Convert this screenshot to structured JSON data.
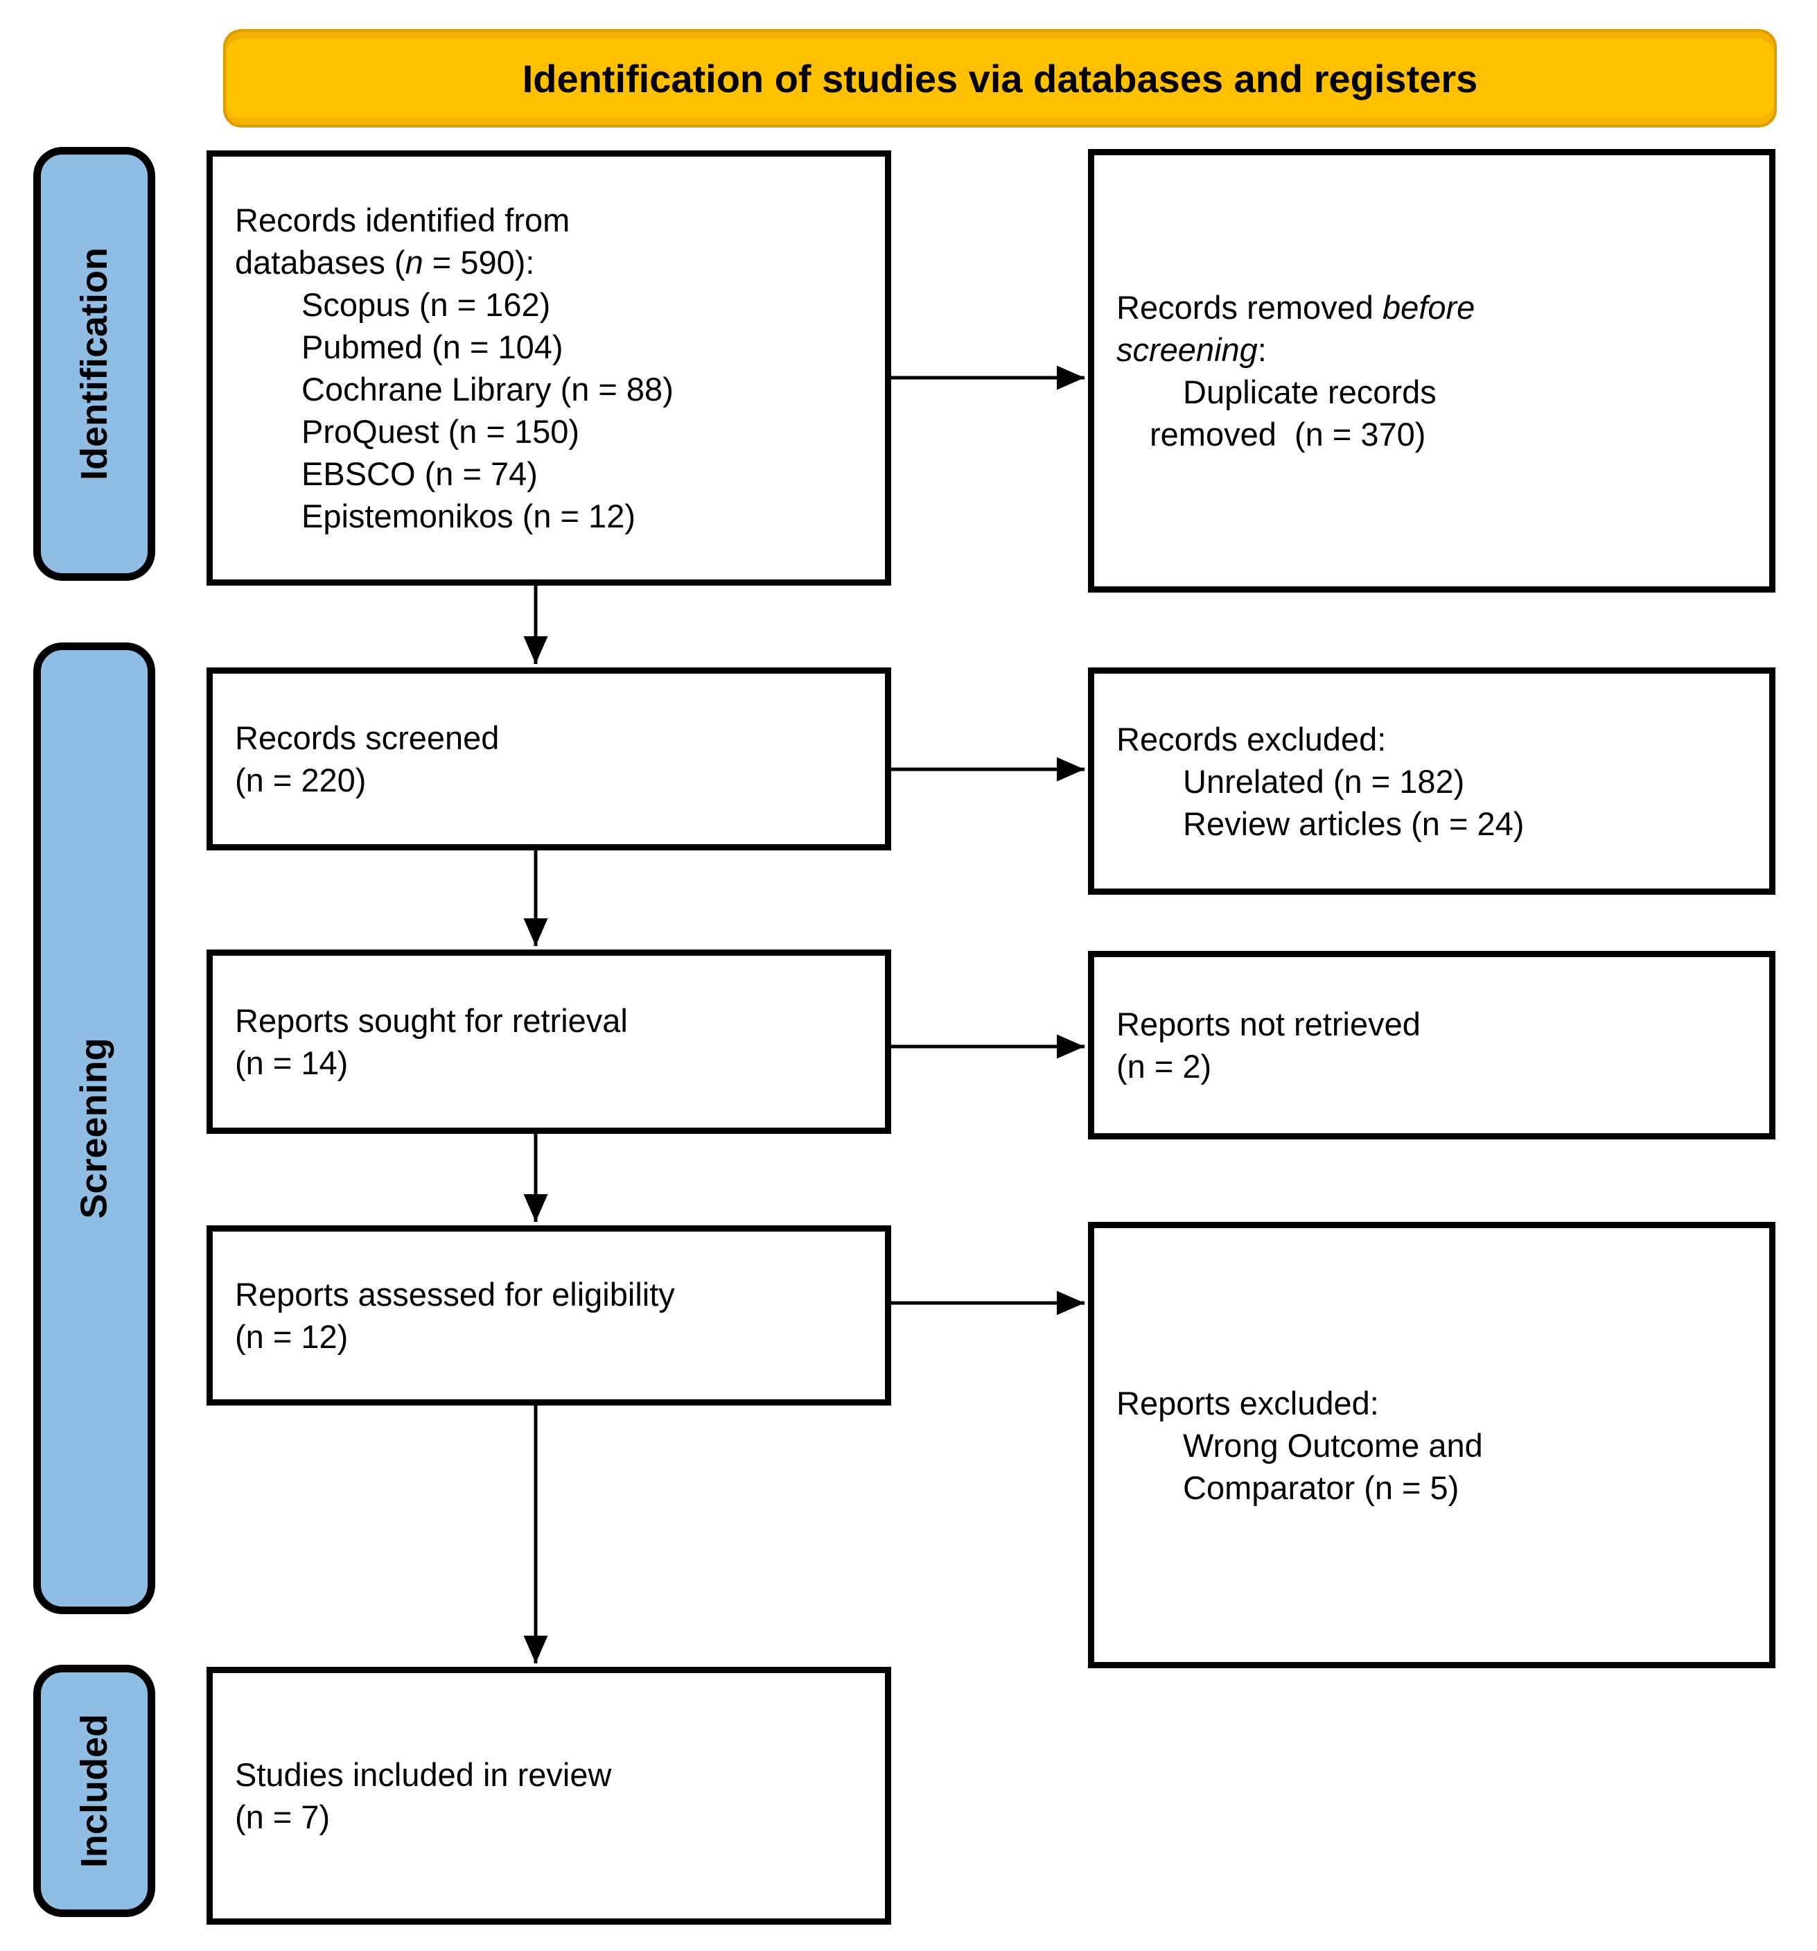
{
  "title": "Identification of studies via databases and registers",
  "sidebar": {
    "identification": "Identification",
    "screening": "Screening",
    "included": "Included"
  },
  "boxes": {
    "identified": {
      "line1": "Records identified from",
      "line2_prefix": "databases (",
      "line2_n": "n",
      "line2_suffix": " = 590):",
      "items": [
        "Scopus (n = 162)",
        "Pubmed (n = 104)",
        "Cochrane Library (n = 88)",
        "ProQuest (n = 150)",
        "EBSCO (n = 74)",
        "Epistemonikos (n = 12)"
      ]
    },
    "removed_before_screening": {
      "line1_prefix": "Records removed ",
      "line1_italic": "before",
      "line2_italic": "screening",
      "line2_suffix": ":",
      "item_line1": "Duplicate records",
      "item_line2": "removed  (n = 370)"
    },
    "screened": {
      "line1": "Records screened",
      "line2": "(n = 220)"
    },
    "records_excluded": {
      "line1": "Records excluded:",
      "items": [
        "Unrelated (n = 182)",
        "Review articles (n = 24)"
      ]
    },
    "sought": {
      "line1": "Reports sought for retrieval",
      "line2": "(n = 14)"
    },
    "not_retrieved": {
      "line1": "Reports not retrieved",
      "line2": "(n = 2)"
    },
    "assessed": {
      "line1": "Reports assessed for eligibility",
      "line2": "(n = 12)"
    },
    "reports_excluded": {
      "line1": "Reports excluded:",
      "items": [
        "Wrong Outcome and",
        "Comparator (n = 5)"
      ]
    },
    "included_studies": {
      "line1": "Studies included in review",
      "line2": "(n = 7)"
    }
  },
  "colors": {
    "header_fill": "#FFC000",
    "header_border": "#E09B00",
    "sidebar_fill": "#8FBDE4",
    "box_border": "#000000",
    "arrow": "#000000"
  }
}
